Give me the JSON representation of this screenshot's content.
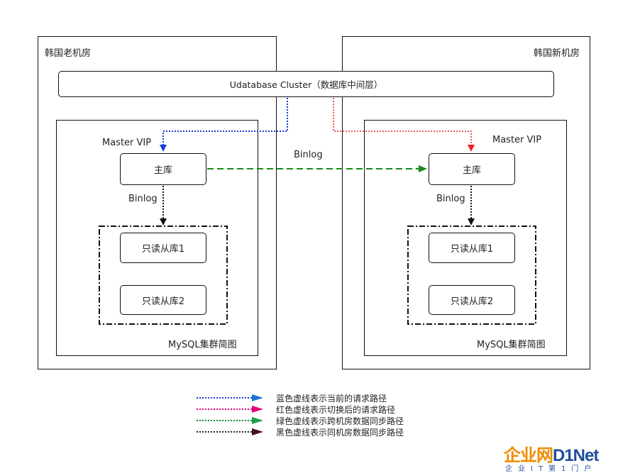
{
  "rooms": {
    "old_label": "韩国老机房",
    "new_label": "韩国新机房"
  },
  "cluster_bar": "Udatabase Cluster（数据库中间层）",
  "left": {
    "master_vip": "Master VIP",
    "master": "主库",
    "binlog": "Binlog",
    "replica1": "只读从库1",
    "replica2": "只读从库2",
    "caption": "MySQL集群简图"
  },
  "right": {
    "master_vip": "Master VIP",
    "master": "主库",
    "binlog": "Binlog",
    "replica1": "只读从库1",
    "replica2": "只读从库2",
    "caption": "MySQL集群简图"
  },
  "cross_binlog": "Binlog",
  "legend": [
    {
      "text": "蓝色虚线表示当前的请求路径",
      "color": "#1a3bd6",
      "arrow_color": "#1976d2"
    },
    {
      "text": "红色虚线表示切换后的请求路径",
      "color": "#e4007f",
      "arrow_color": "#e4007f"
    },
    {
      "text": "绿色虚线表示跨机房数据同步路径",
      "color": "#0a8a3a",
      "arrow_color": "#18a04a"
    },
    {
      "text": "黑色虚线表示同机房数据同步路径",
      "color": "#222222",
      "arrow_color": "#4a1010"
    }
  ],
  "colors": {
    "blue_path": "#1a3bd6",
    "red_path": "#ee2222",
    "green_path": "#1a8a1a",
    "black_path": "#111111"
  },
  "logo": {
    "main_left": "企业网",
    "main_right": "D1Net",
    "sub": "企业IT第1门户"
  }
}
